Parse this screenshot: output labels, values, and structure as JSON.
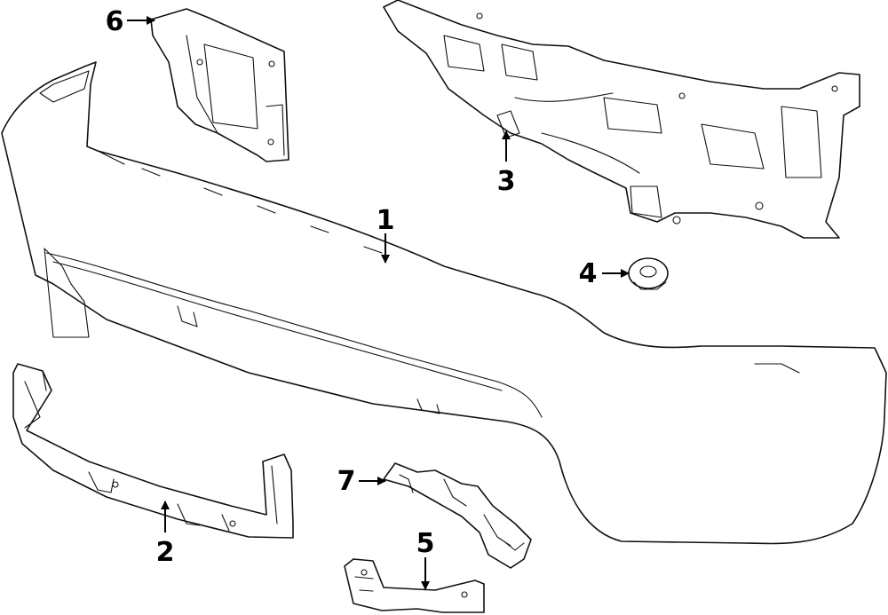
{
  "diagram": {
    "callouts": [
      {
        "id": "1",
        "label": "1"
      },
      {
        "id": "2",
        "label": "2"
      },
      {
        "id": "3",
        "label": "3"
      },
      {
        "id": "4",
        "label": "4"
      },
      {
        "id": "5",
        "label": "5"
      },
      {
        "id": "6",
        "label": "6"
      },
      {
        "id": "7",
        "label": "7"
      }
    ],
    "line_color": "#111111",
    "background_color": "#ffffff"
  }
}
